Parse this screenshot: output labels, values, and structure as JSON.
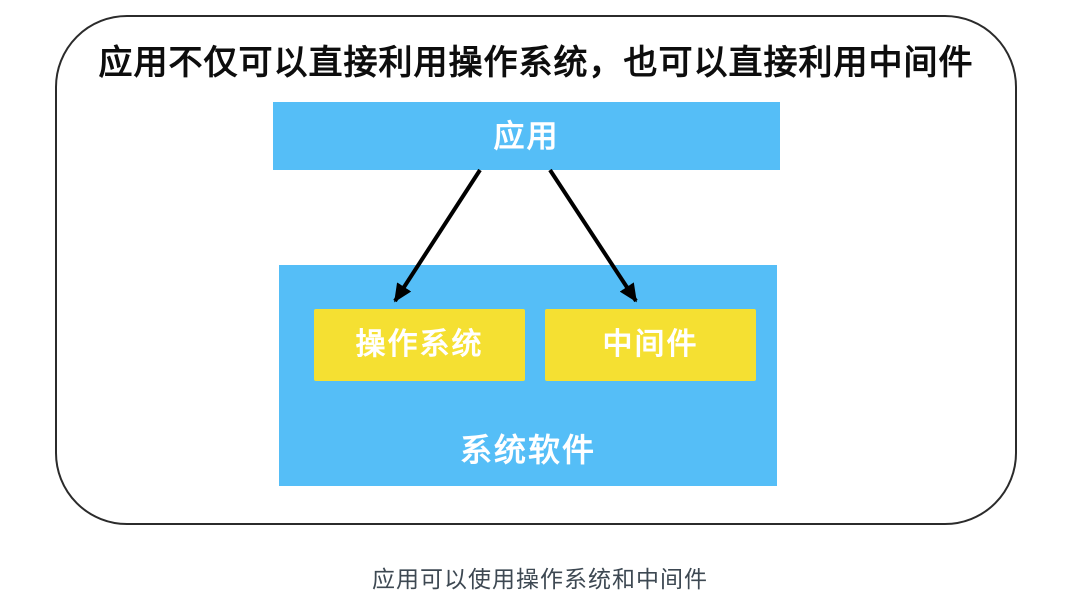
{
  "colors": {
    "panel-border": "#2b2b2b",
    "box-blue": "#55bef7",
    "box-yellow": "#f5e032",
    "title-text": "#0d0d0d",
    "box-text": "#ffffff",
    "caption-text": "#3d4852",
    "arrow": "#000000"
  },
  "diagram": {
    "title": "应用不仅可以直接利用操作系统，也可以直接利用中间件",
    "app_box_label": "应用",
    "os_box_label": "操作系统",
    "middleware_box_label": "中间件",
    "system_software_label": "系统软件",
    "caption": "应用可以使用操作系统和中间件"
  }
}
